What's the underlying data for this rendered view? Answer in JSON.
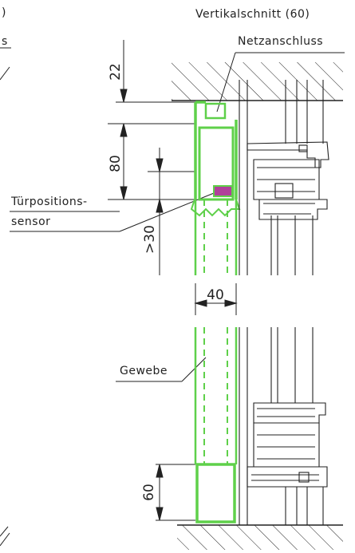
{
  "title": "Vertikalschnitt (60)",
  "left_cut_label_top": ")",
  "left_cut_label_mid": "s",
  "labels": {
    "netzanschluss": "Netzanschluss",
    "tuerpositionssensor_line1": "Türpositions-",
    "tuerpositionssensor_line2": "sensor",
    "gewebe": "Gewebe"
  },
  "dimensions": {
    "d22": "22",
    "d80": "80",
    "d30": ">30",
    "d40": "40",
    "d60": "60"
  },
  "colors": {
    "green": "#5fd04a",
    "sensor": "#b0409a",
    "line": "#222222"
  }
}
